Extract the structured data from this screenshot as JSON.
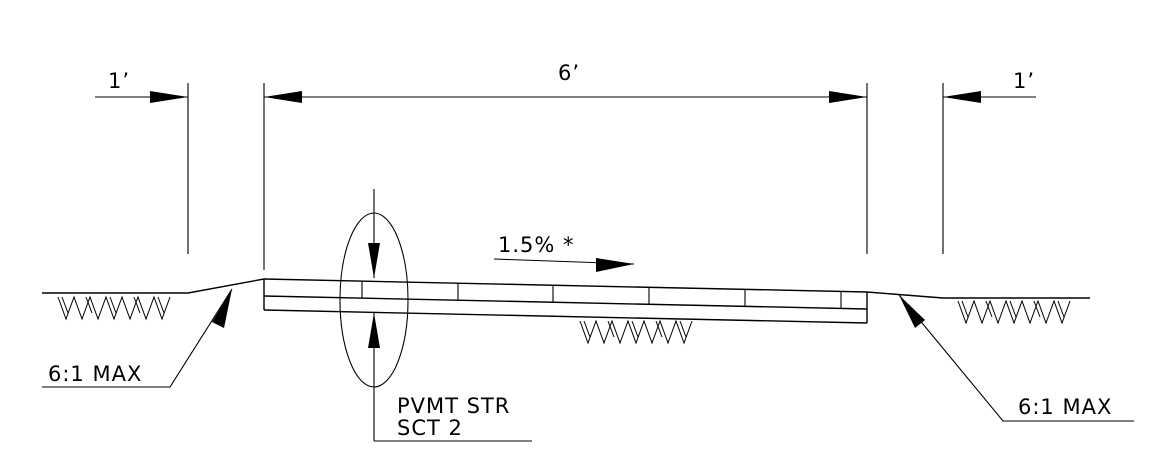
{
  "dimensions": {
    "left_offset": "1’",
    "width": "6’",
    "right_offset": "1’"
  },
  "slope": {
    "label": "1.5% *"
  },
  "side_slopes": {
    "left": "6:1 MAX",
    "right": "6:1 MAX"
  },
  "callout": {
    "line1": "PVMT STR",
    "line2": "SCT 2"
  },
  "icons": {
    "ground": "earth-hatch-icon",
    "arrow": "arrowhead-icon"
  },
  "colors": {
    "line": "#000000",
    "background": "#ffffff"
  }
}
